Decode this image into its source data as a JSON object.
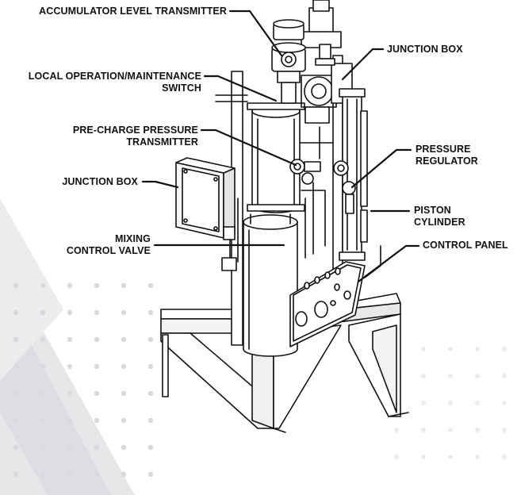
{
  "labels": {
    "accumulator_level_transmitter": "ACCUMULATOR LEVEL TRANSMITTER",
    "junction_box_top": "JUNCTION BOX",
    "local_op_line1": "LOCAL OPERATION/MAINTENANCE",
    "local_op_line2": "SWITCH",
    "precharge_line1": "PRE-CHARGE PRESSURE",
    "precharge_line2": "TRANSMITTER",
    "pressure_regulator_line1": "PRESSURE",
    "pressure_regulator_line2": "REGULATOR",
    "junction_box_left": "JUNCTION BOX",
    "piston_cylinder_line1": "PISTON",
    "piston_cylinder_line2": "CYLINDER",
    "mixing_valve_line1": "MIXING",
    "mixing_valve_line2": "CONTROL VALVE",
    "control_panel": "CONTROL PANEL"
  },
  "colors": {
    "line": "#111111",
    "background": "#ffffff",
    "background_pattern": "#e9e9ec"
  }
}
